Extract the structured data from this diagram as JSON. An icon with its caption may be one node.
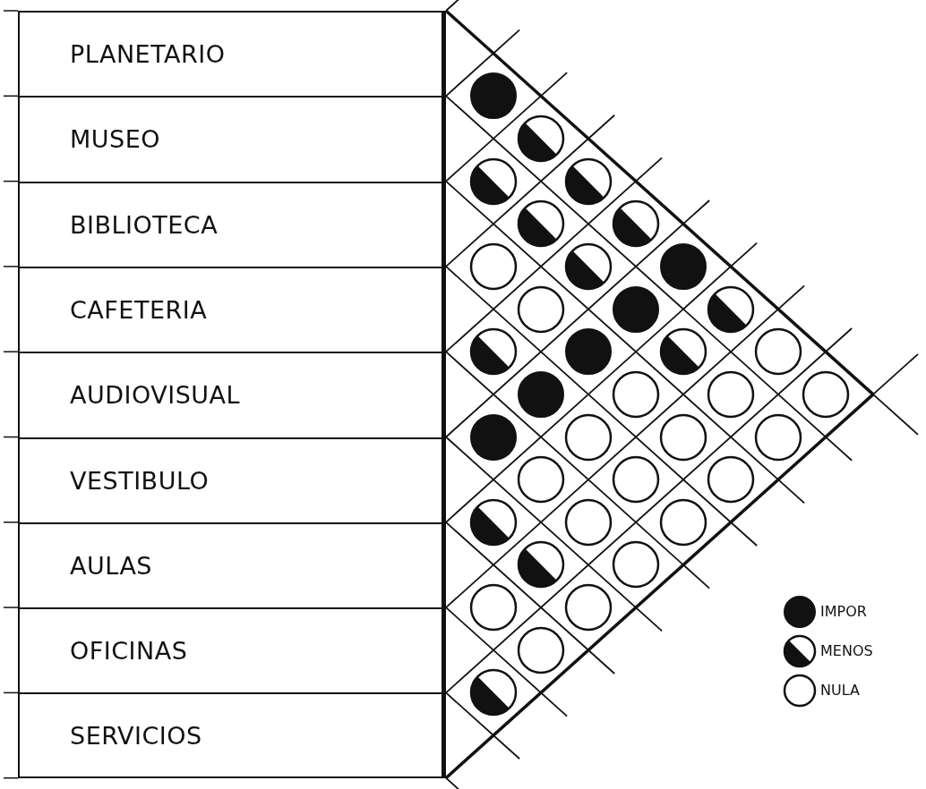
{
  "diagram": {
    "nodes": [
      {
        "text": [
          "PLANETARIO"
        ]
      },
      {
        "text": [
          "MUSEO"
        ]
      },
      {
        "text": [
          "BIBLIOTECA"
        ]
      },
      {
        "text": [
          "CAFETERIA"
        ]
      },
      {
        "text": [
          "AUDIOVISUAL"
        ]
      },
      {
        "text": [
          "VESTIBULO"
        ]
      },
      {
        "text": [
          "AULAS"
        ]
      },
      {
        "text": [
          "OFICINAS"
        ]
      },
      {
        "text": [
          "SERVICIOS"
        ]
      },
      {
        "text": [],
        "shape": "disc"
      },
      {
        "text": [],
        "shape": "half-disc"
      },
      {
        "text": [],
        "shape": "half-disc"
      },
      {
        "text": [],
        "shape": "half-disc"
      },
      {
        "text": [],
        "shape": "half-disc"
      },
      {
        "text": [],
        "shape": "half-disc"
      },
      {
        "text": [],
        "shape": "circle"
      },
      {
        "text": [],
        "shape": "half-disc"
      },
      {
        "text": [],
        "shape": "disc"
      },
      {
        "text": [],
        "shape": "circle"
      },
      {
        "text": [],
        "shape": "disc"
      },
      {
        "text": [],
        "shape": "half-disc"
      },
      {
        "text": [],
        "shape": "half-disc"
      },
      {
        "text": [],
        "shape": "disc"
      },
      {
        "text": [],
        "shape": "half-disc"
      },
      {
        "text": [],
        "shape": "circle"
      },
      {
        "text": [],
        "shape": "disc"
      },
      {
        "text": [],
        "shape": "circle"
      },
      {
        "text": [],
        "shape": "circle"
      },
      {
        "text": [],
        "shape": "circle"
      },
      {
        "text": [],
        "shape": "disc"
      },
      {
        "text": [],
        "shape": "circle"
      },
      {
        "text": [],
        "shape": "circle"
      },
      {
        "text": [],
        "shape": "circle"
      },
      {
        "text": [],
        "shape": "circle"
      },
      {
        "text": [],
        "shape": "circle"
      },
      {
        "text": [],
        "shape": "circle"
      },
      {
        "text": [],
        "shape": "half-disc"
      },
      {
        "text": [],
        "shape": "circle"
      },
      {
        "text": [],
        "shape": "circle"
      },
      {
        "text": [],
        "shape": "half-disc"
      },
      {
        "text": [],
        "shape": "circle"
      },
      {
        "text": [],
        "shape": "circle"
      },
      {
        "text": [],
        "shape": "circle"
      },
      {
        "text": [],
        "shape": "circle"
      },
      {
        "text": [],
        "shape": "half-disc"
      }
    ],
    "legend": [
      {
        "text": "IMPOR"
      },
      {
        "text": "MENOS"
      },
      {
        "text": "NULA"
      }
    ]
  }
}
